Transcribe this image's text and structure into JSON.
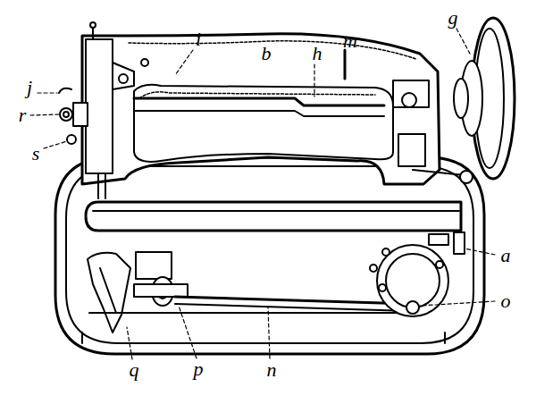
{
  "diagram": {
    "labels": [
      "g",
      "i",
      "m",
      "b",
      "h",
      "j",
      "r",
      "s",
      "a",
      "o",
      "q",
      "p",
      "n"
    ]
  }
}
